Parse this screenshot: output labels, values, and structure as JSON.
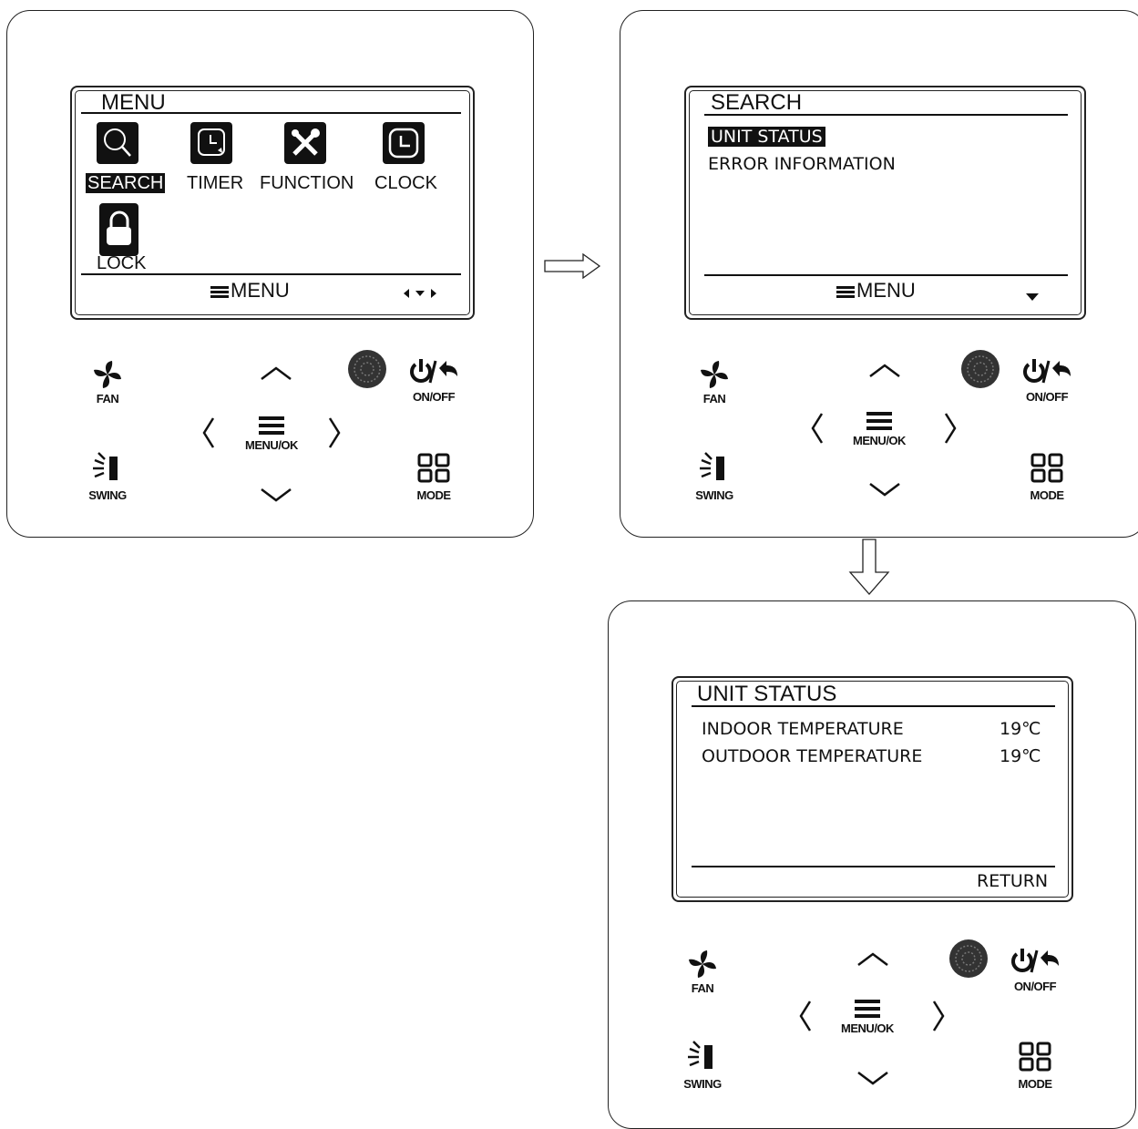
{
  "panels": {
    "menu": {
      "title": "MENU",
      "tiles": [
        {
          "label": "SEARCH",
          "icon": "search-icon",
          "selected": true
        },
        {
          "label": "TIMER",
          "icon": "timer-icon"
        },
        {
          "label": "FUNCTION",
          "icon": "function-icon"
        },
        {
          "label": "CLOCK",
          "icon": "clock-icon"
        },
        {
          "label": "LOCK",
          "icon": "lock-icon"
        }
      ],
      "footer": "MENU",
      "footer_nav_icon": "left-down-right-arrows-icon"
    },
    "search": {
      "title": "SEARCH",
      "items": [
        {
          "label": "UNIT STATUS",
          "selected": true
        },
        {
          "label": "ERROR INFORMATION"
        }
      ],
      "footer": "MENU",
      "footer_nav_icon": "down-arrow-icon"
    },
    "unit_status": {
      "title": "UNIT STATUS",
      "rows": [
        {
          "label": "INDOOR TEMPERATURE",
          "value": "19℃"
        },
        {
          "label": "OUTDOOR TEMPERATURE",
          "value": "19℃"
        }
      ],
      "footer": "RETURN"
    }
  },
  "buttons": {
    "fan": "FAN",
    "swing": "SWING",
    "menu_ok": "MENU/OK",
    "on_off": "ON/OFF",
    "mode": "MODE"
  },
  "colors": {
    "ink": "#111111",
    "background": "#ffffff"
  }
}
